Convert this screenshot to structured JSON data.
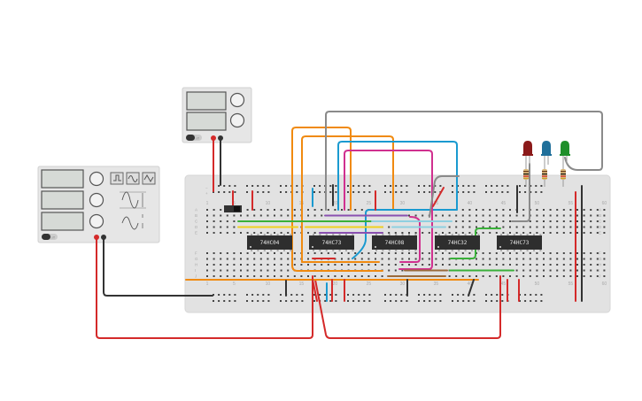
{
  "app": "Circuit simulator canvas",
  "dc_power_supply": {
    "power_label": "off",
    "display_1": "",
    "display_2": ""
  },
  "function_generator": {
    "power_label": "off",
    "waveforms": [
      "square",
      "sine",
      "triangle"
    ],
    "display_1": "",
    "display_2": "",
    "display_3": ""
  },
  "breadboard": {
    "column_labels": [
      "1",
      "5",
      "10",
      "15",
      "20",
      "25",
      "30",
      "35",
      "40",
      "45",
      "50",
      "55",
      "60"
    ],
    "row_labels_top": [
      "A",
      "B",
      "C",
      "D",
      "E"
    ],
    "row_labels_bottom": [
      "F",
      "G",
      "H",
      "I",
      "J"
    ]
  },
  "chips": [
    {
      "label": "74HC04"
    },
    {
      "label": "74HC73"
    },
    {
      "label": "74HC08"
    },
    {
      "label": "74HC32"
    },
    {
      "label": "74HC73"
    }
  ],
  "leds": [
    {
      "color_name": "red",
      "color": "#8b1a1a"
    },
    {
      "color_name": "blue",
      "color": "#1f6f9a"
    },
    {
      "color_name": "green",
      "color": "#1f8f2a"
    }
  ],
  "wire_colors": {
    "red": "#d42a2a",
    "black": "#333333",
    "orange": "#f08a10",
    "blue": "#1a9ad0",
    "magenta": "#d0308f",
    "gray": "#8a8a8a",
    "green": "#3ab03a",
    "yellow": "#f0d020",
    "purple": "#8a50b0",
    "lightblue": "#8fd0e0",
    "brown": "#9a6a3a"
  }
}
